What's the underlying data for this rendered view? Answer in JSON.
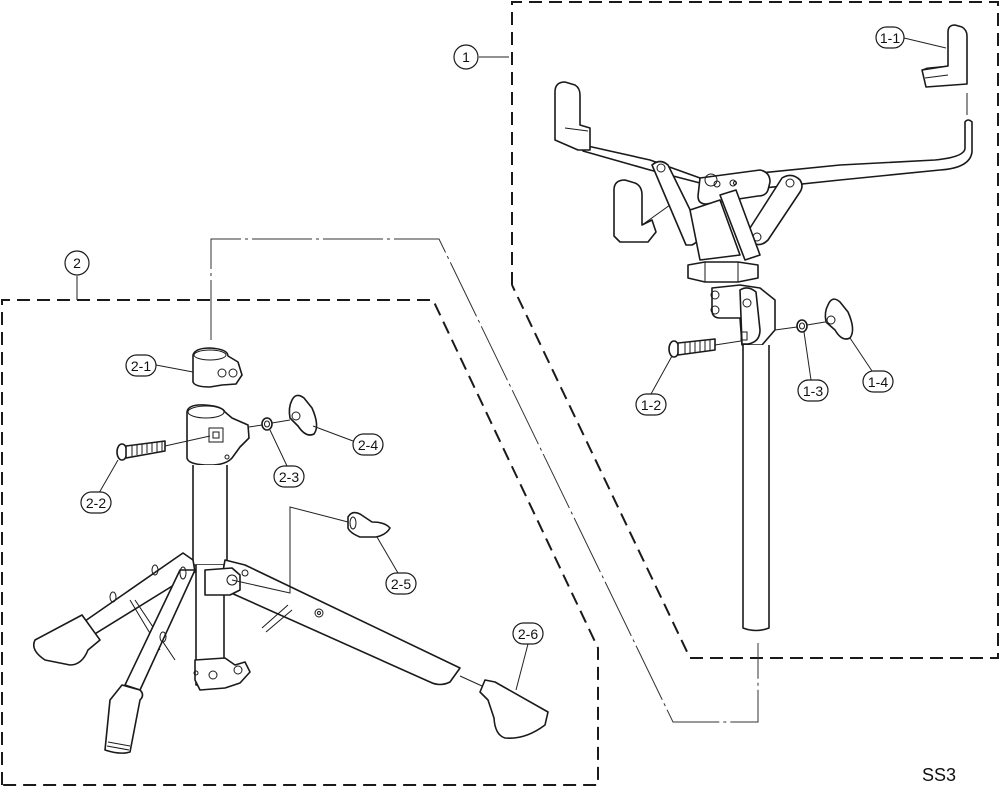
{
  "diagram": {
    "type": "exploded-parts-diagram",
    "code": "SS3",
    "groups": [
      {
        "id": "1",
        "label": "1",
        "name": "snare-basket-assembly"
      },
      {
        "id": "2",
        "label": "2",
        "name": "tripod-base-assembly"
      }
    ],
    "callouts": {
      "c1_1": "1-1",
      "c1_2": "1-2",
      "c1_3": "1-3",
      "c1_4": "1-4",
      "c2_1": "2-1",
      "c2_2": "2-2",
      "c2_3": "2-3",
      "c2_4": "2-4",
      "c2_5": "2-5",
      "c2_6": "2-6"
    },
    "colors": {
      "line": "#1a1a1a",
      "background": "#ffffff"
    }
  }
}
